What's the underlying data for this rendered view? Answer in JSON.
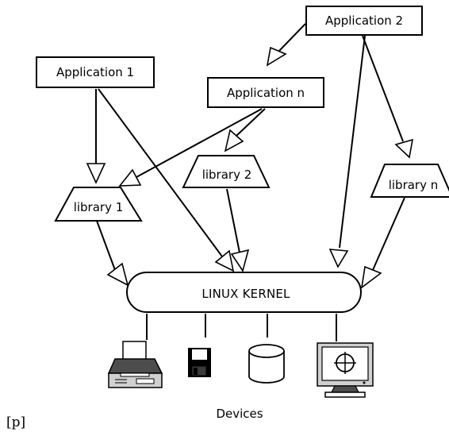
{
  "nodes": {
    "app1": "Application 1",
    "app2": "Application 2",
    "appn": "Application n",
    "lib1": "library 1",
    "lib2": "library 2",
    "libn": "library n",
    "kernel": "LINUX KERNEL"
  },
  "devices": {
    "caption": "Devices",
    "items": [
      "printer-icon",
      "floppy-disk-icon",
      "disk-storage-icon",
      "monitor-icon"
    ]
  },
  "footer_tag": "[p]"
}
